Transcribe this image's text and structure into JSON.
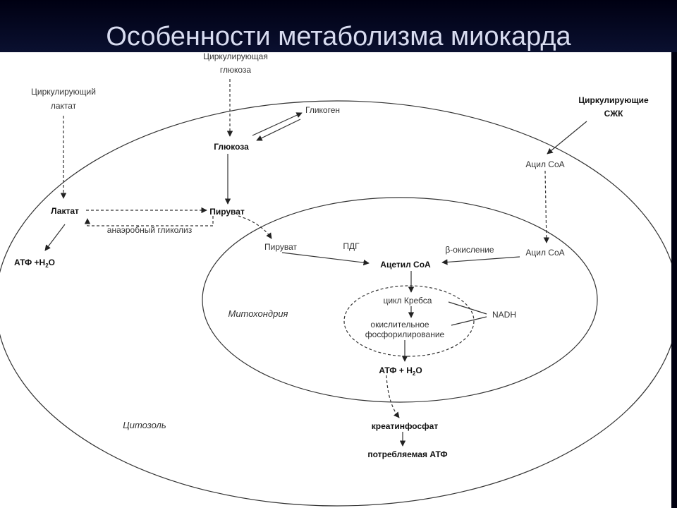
{
  "slide": {
    "title": "Особенности метаболизма миокарда"
  },
  "diagram": {
    "circulating_glucose_1": "Циркулирующая",
    "circulating_glucose_2": "глюкоза",
    "circulating_lactate_1": "Циркулирующий",
    "circulating_lactate_2": "лактат",
    "circulating_ffa_1": "Циркулирующие",
    "circulating_ffa_2": "СЖК",
    "glycogen": "Гликоген",
    "glucose": "Глюкоза",
    "lactate": "Лактат",
    "pyruvate_cytosol": "Пируват",
    "anaerobic_glycolysis": "анаэробный гликолиз",
    "atp_h2o_cytosol": "АТФ +Н",
    "h2o_sub": "2",
    "h2o_o": "О",
    "acyl_coa_outer": "Ацил СоА",
    "pyruvate_mito": "Пируват",
    "pdh": "ПДГ",
    "acetyl_coa": "Ацетил СоА",
    "beta_oxidation": "β-окисление",
    "acyl_coa_inner": "Ацил СоА",
    "mitochondria": "Митохондрия",
    "krebs_cycle": "цикл Кребса",
    "nadh": "NADH",
    "oxidative_1": "окислительное",
    "oxidative_2": "фосфорилирование",
    "atp_h2o_mito": "АТФ + Н",
    "cytosol": "Цитозоль",
    "creatine_phosphate": "креатинфосфат",
    "consumed_atp": "потребляемая АТФ"
  }
}
